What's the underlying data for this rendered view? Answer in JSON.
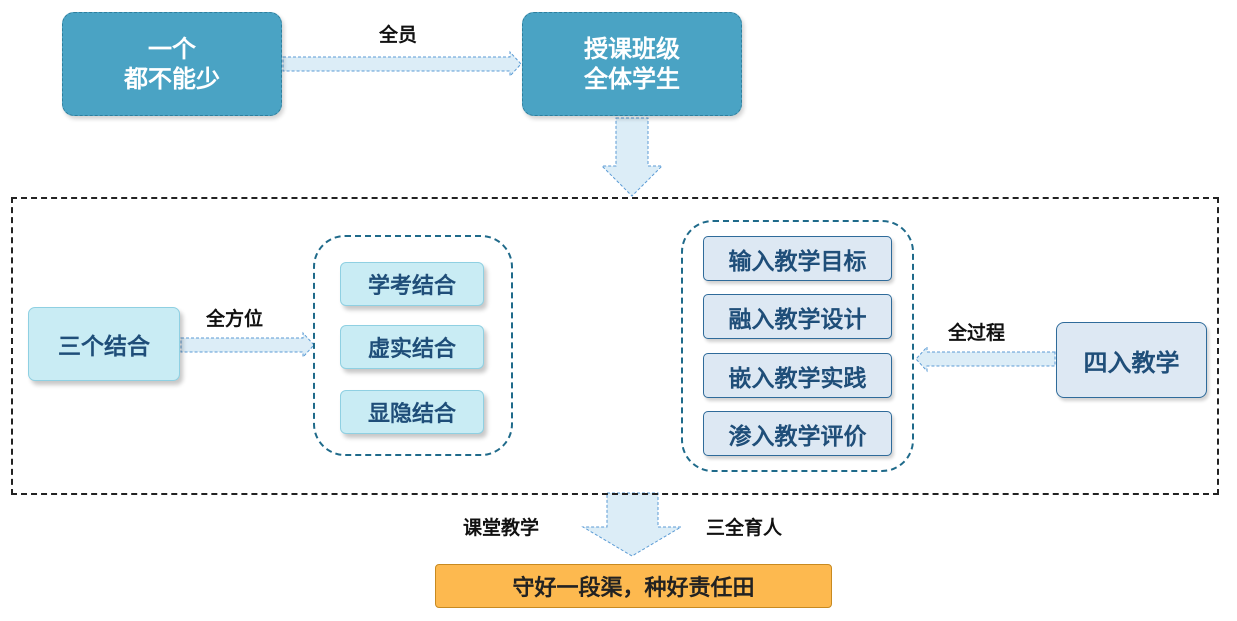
{
  "top": {
    "left_box": [
      "一个",
      "都不能少"
    ],
    "right_box": [
      "授课班级",
      "全体学生"
    ],
    "arrow_label": "全员"
  },
  "left": {
    "source": "三个结合",
    "arrow_label": "全方位",
    "items": [
      "学考结合",
      "虚实结合",
      "显隐结合"
    ]
  },
  "right": {
    "source": "四入教学",
    "arrow_label": "全过程",
    "items": [
      "输入教学目标",
      "融入教学设计",
      "嵌入教学实践",
      "渗入教学评价"
    ]
  },
  "bottom": {
    "label_left": "课堂教学",
    "label_right": "三全育人",
    "result": "守好一段渠，种好责任田"
  },
  "colors": {
    "teal": "#4aa3c4",
    "light_cyan": "#c9ecf4",
    "pale_blue": "#dde8f3",
    "orange": "#fdb94f",
    "arrow_fill": "#dcedf7",
    "arrow_stroke": "#5b9bd5"
  }
}
